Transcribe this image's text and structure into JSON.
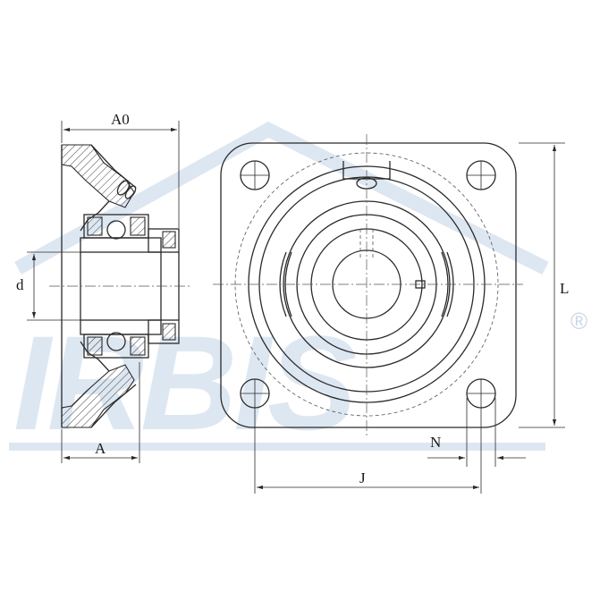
{
  "watermark": {
    "text": "IRBIS",
    "registered_mark": "®"
  },
  "dimensions": {
    "A0": "A0",
    "A": "A",
    "d": "d",
    "L": "L",
    "J": "J",
    "N": "N"
  },
  "colors": {
    "line": "#2a2a2a",
    "watermark": "#dde7f2",
    "background": "#ffffff"
  }
}
